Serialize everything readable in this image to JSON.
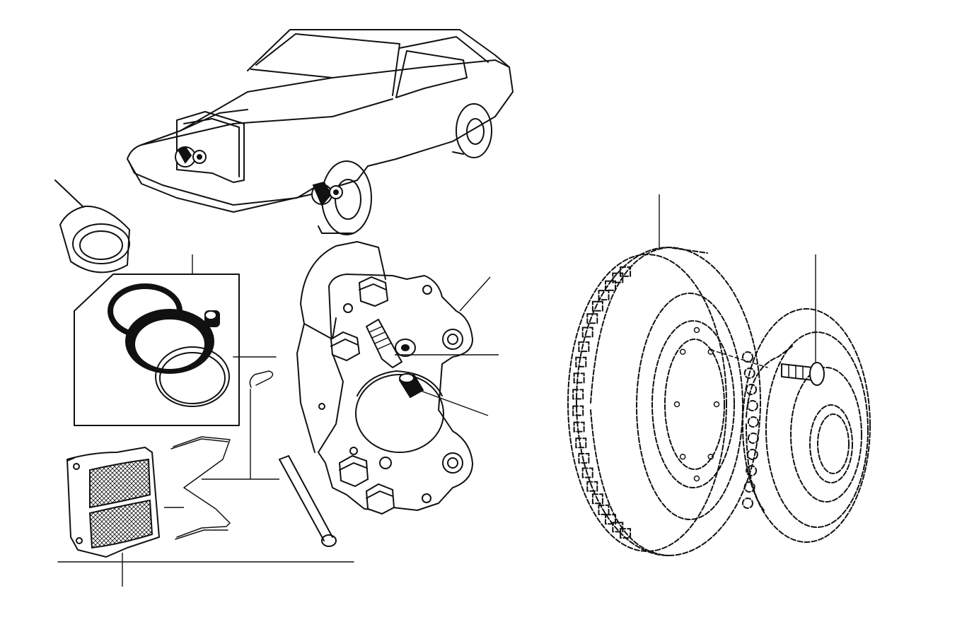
{
  "diagram": {
    "background": "#ffffff",
    "ink": "#111111",
    "parts": [
      "car",
      "caliper-piston",
      "seal-kit",
      "brake-pad",
      "pad-retaining-spring",
      "retaining-pin-clip",
      "pad-retaining-pin",
      "brake-caliper",
      "bleed-screw",
      "dust-cap",
      "ventilated-brake-disc",
      "wheel-hub",
      "hub-stud"
    ]
  }
}
